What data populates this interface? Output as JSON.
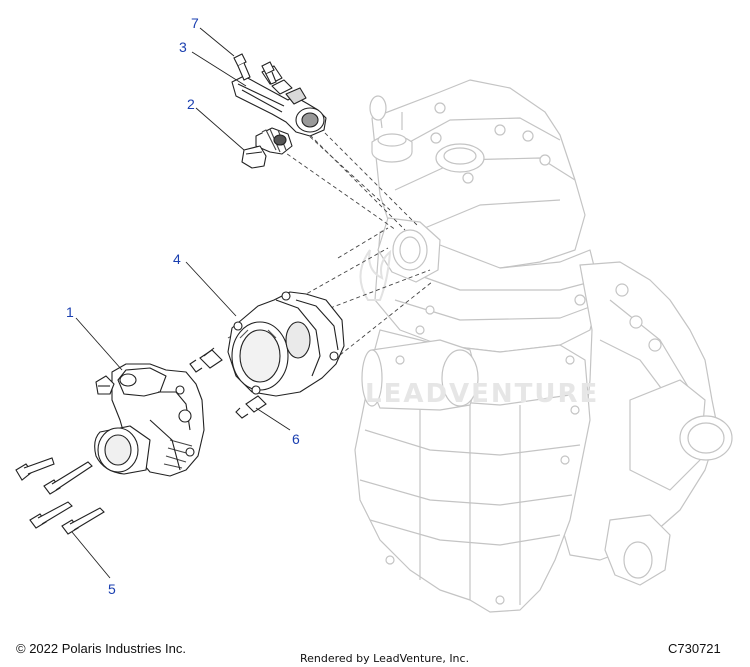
{
  "callouts": {
    "c1": "1",
    "c2": "2",
    "c3": "3",
    "c4": "4",
    "c5": "5",
    "c6": "6",
    "c7": "7"
  },
  "footer": {
    "copyright": "© 2022 Polaris Industries Inc.",
    "rendered_by": "Rendered by LeadVenture, Inc.",
    "diagram_code": "C730721"
  },
  "watermark": "LEADVENTURE",
  "colors": {
    "callout_text": "#1a3fb0",
    "line": "#222222",
    "engine_outline": "#bfbfbf"
  }
}
